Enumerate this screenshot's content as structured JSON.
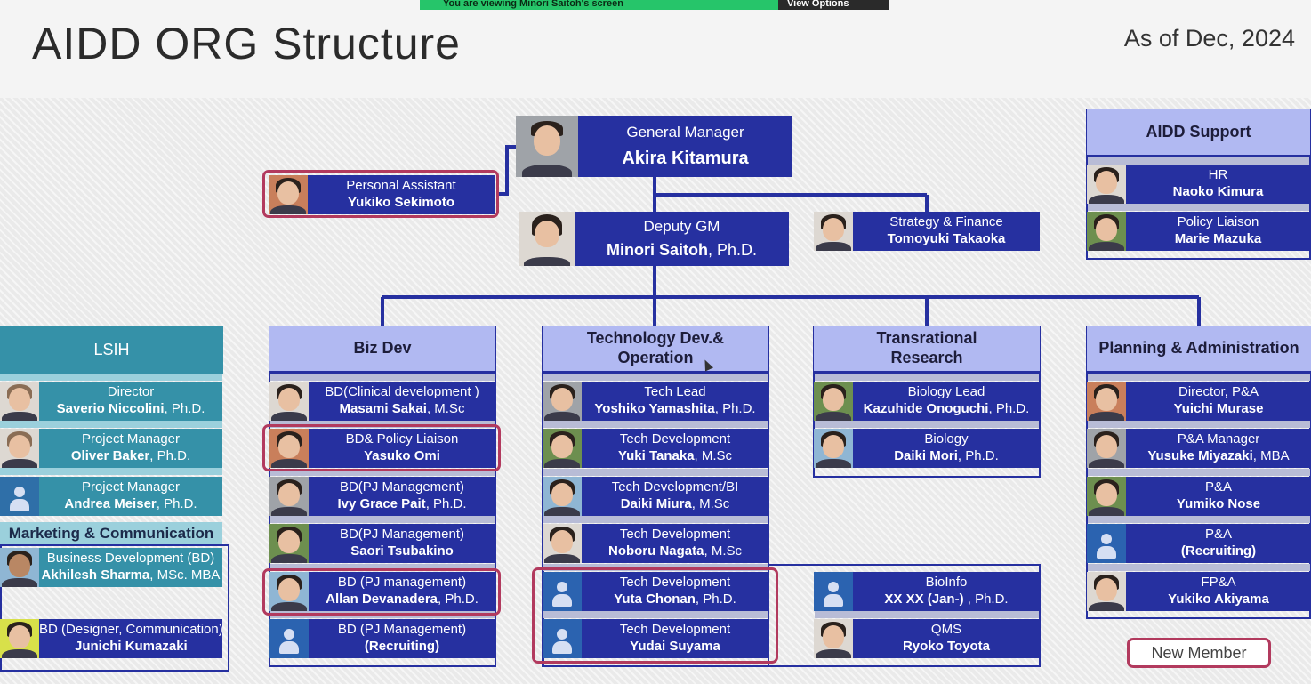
{
  "screen_share": {
    "banner_text": "You are viewing Minori Saitoh's screen",
    "view_options": "View Options"
  },
  "title": "AIDD ORG Structure",
  "as_of": "As of Dec, 2024",
  "leadership": {
    "gm": {
      "role": "General Manager",
      "name": "Akira Kitamura"
    },
    "pa": {
      "role": "Personal Assistant",
      "name": "Yukiko Sekimoto"
    },
    "dgm": {
      "role": "Deputy GM",
      "name": "Minori Saitoh",
      "suffix": ", Ph.D."
    },
    "sf": {
      "role": "Strategy & Finance",
      "name": "Tomoyuki Takaoka"
    }
  },
  "support": {
    "title": "AIDD Support",
    "members": [
      {
        "role": "HR",
        "name": "Naoko Kimura"
      },
      {
        "role": "Policy Liaison",
        "name": "Marie Mazuka"
      }
    ]
  },
  "lsih": {
    "title": "LSIH",
    "members": [
      {
        "role": "Director",
        "name": "Saverio Niccolini",
        "suffix": ", Ph.D."
      },
      {
        "role": "Project Manager",
        "name": "Oliver Baker",
        "suffix": ", Ph.D."
      },
      {
        "role": "Project Manager",
        "name": "Andrea Meiser",
        "suffix": ", Ph.D."
      }
    ]
  },
  "marketing": {
    "title": "Marketing & Communication",
    "members": [
      {
        "role": "Business Development (BD)",
        "name": "Akhilesh Sharma",
        "suffix": ", MSc. MBA"
      },
      {
        "role": "BD (Designer, Communication)",
        "name": "Junichi Kumazaki"
      }
    ]
  },
  "bizdev": {
    "title": "Biz Dev",
    "members": [
      {
        "role": "BD(Clinical development )",
        "name": "Masami Sakai",
        "suffix": ", M.Sc"
      },
      {
        "role": "BD& Policy Liaison",
        "name": "Yasuko Omi"
      },
      {
        "role": "BD(PJ Management)",
        "name": "Ivy Grace Pait",
        "suffix": ", Ph.D."
      },
      {
        "role": "BD(PJ Management)",
        "name": "Saori Tsubakino"
      },
      {
        "role": "BD (PJ management)",
        "name": "Allan Devanadera",
        "suffix": ", Ph.D."
      },
      {
        "role": "BD (PJ Management)",
        "name": "(Recruiting)"
      }
    ]
  },
  "techdev": {
    "title": "Technology Dev.& Operation",
    "members": [
      {
        "role": "Tech Lead",
        "name": "Yoshiko Yamashita",
        "suffix": ", Ph.D."
      },
      {
        "role": "Tech Development",
        "name": "Yuki Tanaka",
        "suffix": ", M.Sc"
      },
      {
        "role": "Tech Development/BI",
        "name": "Daiki Miura",
        "suffix": ", M.Sc"
      },
      {
        "role": "Tech Development",
        "name": "Noboru Nagata",
        "suffix": ", M.Sc"
      },
      {
        "role": "Tech Development",
        "name": "Yuta Chonan",
        "suffix": ", Ph.D."
      },
      {
        "role": "Tech Development",
        "name": "Yudai Suyama"
      }
    ]
  },
  "translational": {
    "title": "Transrational Research",
    "members": [
      {
        "role": "Biology Lead",
        "name": "Kazuhide Onoguchi",
        "suffix": ", Ph.D."
      },
      {
        "role": "Biology",
        "name": "Daiki Mori",
        "suffix": ", Ph.D."
      }
    ]
  },
  "bioinfo_qms": {
    "members": [
      {
        "role": "BioInfo",
        "name": "XX XX (Jan-) ",
        "suffix": ", Ph.D."
      },
      {
        "role": "QMS",
        "name": "Ryoko Toyota"
      }
    ]
  },
  "planning": {
    "title": "Planning & Administration",
    "members": [
      {
        "role": "Director, P&A",
        "name": "Yuichi Murase"
      },
      {
        "role": "P&A Manager",
        "name": "Yusuke Miyazaki",
        "suffix": ", MBA"
      },
      {
        "role": "P&A",
        "name": "Yumiko Nose"
      },
      {
        "role": "P&A",
        "name": "(Recruiting)"
      },
      {
        "role": "FP&A",
        "name": "Yukiko Akiyama"
      }
    ]
  },
  "legend": {
    "new_member": "New Member"
  },
  "colors": {
    "card": "#2630a0",
    "teal": "#3591a8",
    "dept": "#b1b9f2",
    "highlight": "#b23a5e"
  }
}
